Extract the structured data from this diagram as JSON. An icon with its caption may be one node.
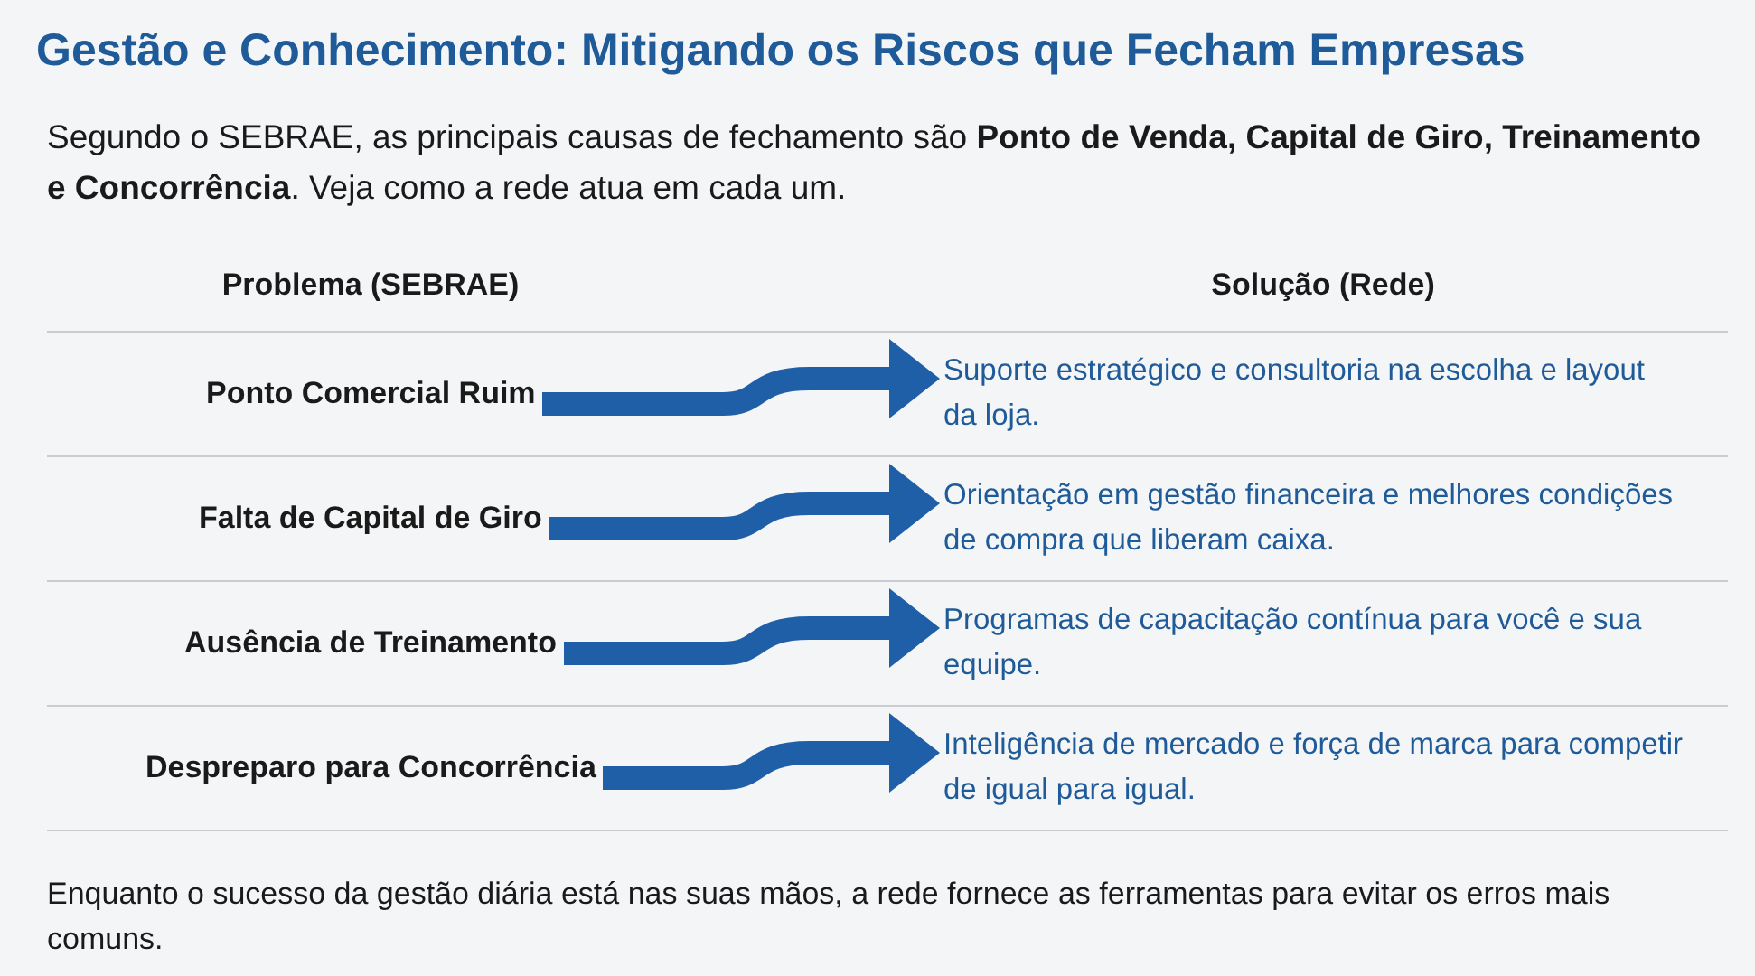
{
  "diagram": {
    "title": "Gestão e Conhecimento: Mitigando os Riscos que Fecham Empresas",
    "caption": "Enquanto o sucesso da gestão diária está nas suas mãos, a rede fornece as ferramentas para evitar os erros mais comuns.",
    "nodes": [
      {
        "text": [
          "Ponto Comercial Ruim"
        ]
      },
      {
        "text": [
          "Falta de Capital de Giro"
        ]
      },
      {
        "text": [
          "Ausência de Treinamento"
        ]
      },
      {
        "text": [
          "Despreparo para Concorrência"
        ]
      },
      {
        "text": [
          "Suporte estratégico e consultoria na escolha e layout da loja."
        ]
      },
      {
        "text": [
          "Orientação em gestão financeira e melhores condições de compra que liberam caixa."
        ]
      },
      {
        "text": [
          "Programas de capacitação contínua para você e sua equipe."
        ]
      },
      {
        "text": [
          "Inteligência de mercado e força de marca para competir de igual para igual."
        ]
      }
    ],
    "edges": [
      {
        "from": 0,
        "to": 4,
        "arrow": "to"
      },
      {
        "from": 1,
        "to": 5,
        "arrow": "to"
      },
      {
        "from": 2,
        "to": 6,
        "arrow": "to"
      },
      {
        "from": 3,
        "to": 7,
        "arrow": "to"
      }
    ],
    "labels": [
      "Segundo o SEBRAE, as principais causas de fechamento são **Ponto de Venda, Capital de Giro, Treinamento e Concorrência**. Veja como a rede atua em cada um.",
      "Problema (SEBRAE)",
      "Solução (Rede)"
    ]
  }
}
